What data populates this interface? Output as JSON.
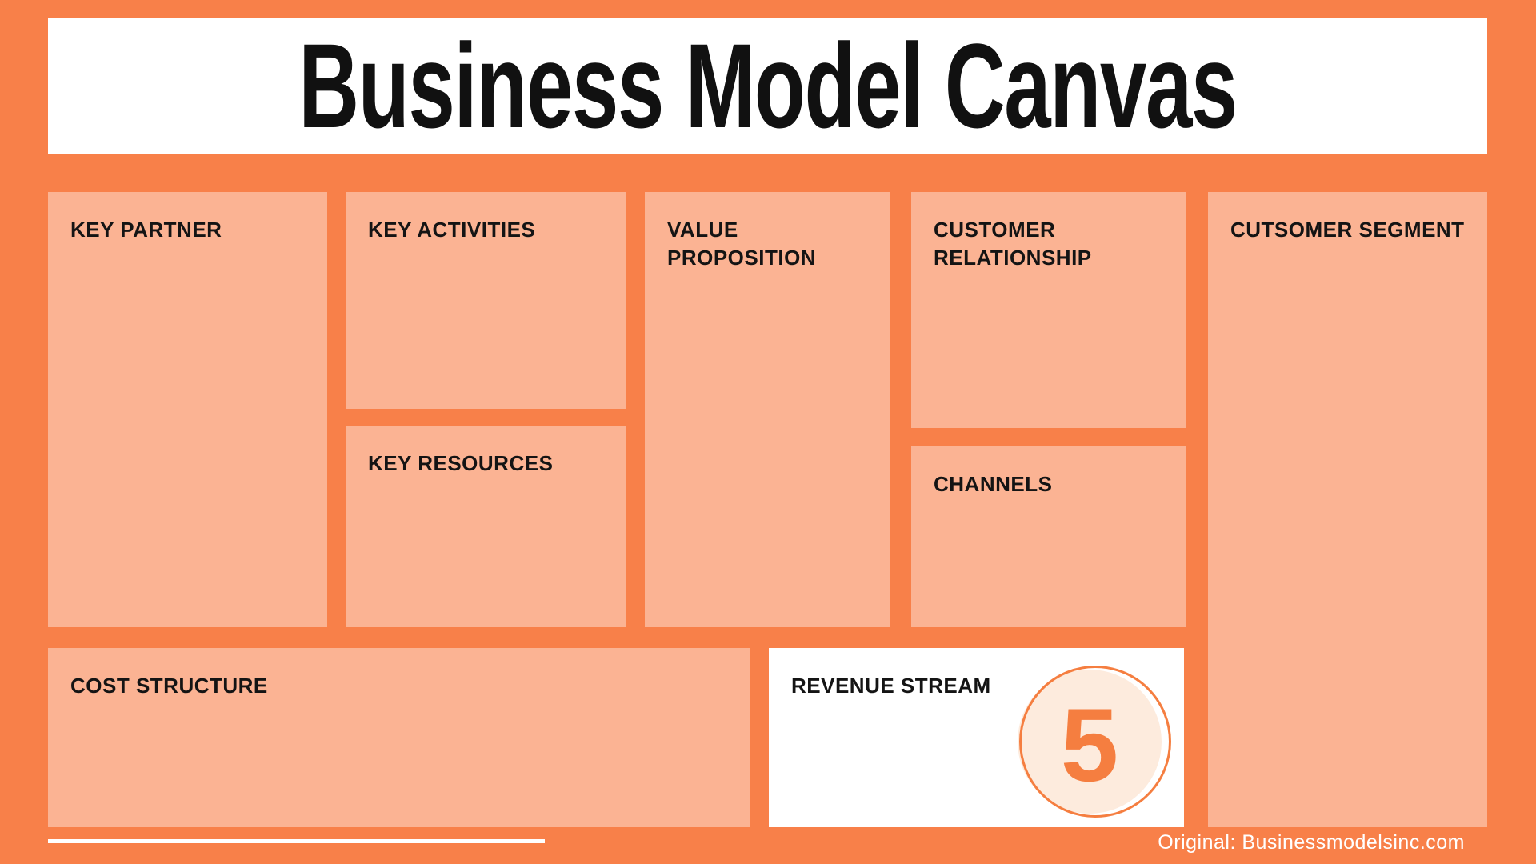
{
  "header": {
    "title": "Business Model Canvas"
  },
  "colors": {
    "background_orange": "#F88049",
    "box_peach": "#FBB393",
    "title_bar_white": "#FFFFFF",
    "label_text": "#141414",
    "badge_fill": "#FDEBDD",
    "badge_accent": "#F57E40",
    "footer_text": "#FFFFFF"
  },
  "sections": {
    "key_partner": {
      "label": "KEY PARTNER"
    },
    "key_activities": {
      "label": "KEY ACTIVITIES"
    },
    "key_resources": {
      "label": "KEY RESOURCES"
    },
    "value_proposition": {
      "label": "VALUE PROPOSITION"
    },
    "customer_relationship": {
      "label": "CUSTOMER RELATIONSHIP"
    },
    "channels": {
      "label": "CHANNELS"
    },
    "customer_segment": {
      "label": "CUTSOMER SEGMENT"
    },
    "cost_structure": {
      "label": "COST STRUCTURE"
    },
    "revenue_stream": {
      "label": "REVENUE STREAM",
      "badge_number": "5"
    }
  },
  "footer": {
    "credit": "Original: Businessmodelsinc.com"
  }
}
